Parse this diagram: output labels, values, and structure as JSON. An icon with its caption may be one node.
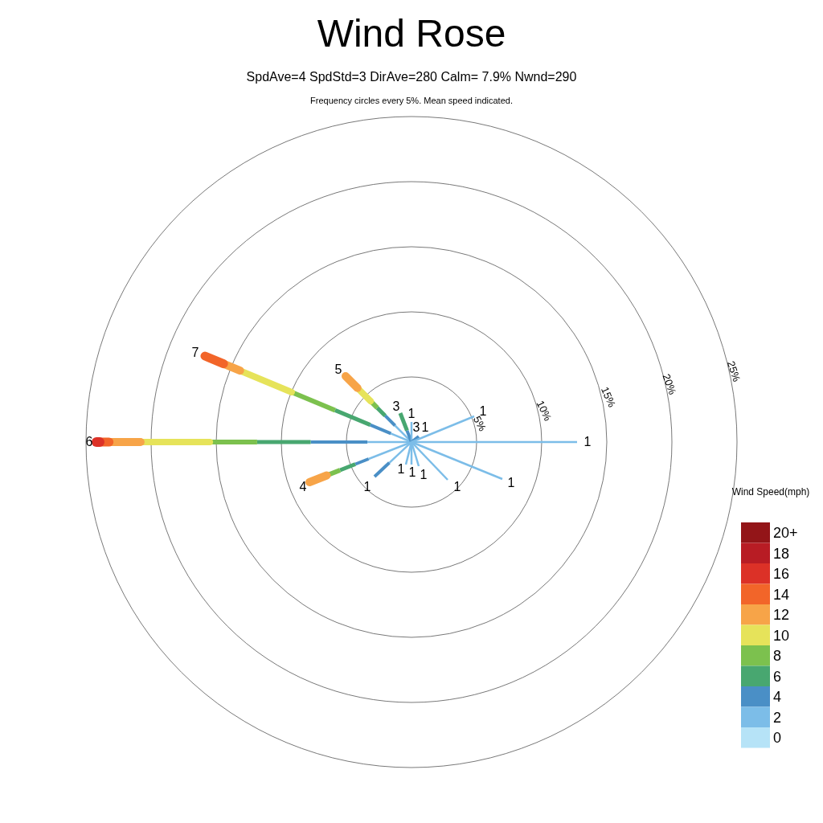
{
  "diagram": {
    "title": "Wind Rose",
    "labels": [
      "SpdAve=4  SpdStd=3  DirAve=280   Calm= 7.9%  Nwnd=290",
      "Frequency circles every 5%. Mean speed indicated.",
      "25%",
      "20%",
      "15%",
      "10%",
      "5%",
      "7",
      "5",
      "3",
      "1",
      "1",
      "3",
      "1",
      "6",
      "1",
      "4",
      "1",
      "1",
      "1",
      "1",
      "1",
      "1",
      "Wind Speed(mph)"
    ],
    "legend": [
      {
        "text": "20+",
        "color": "#931518"
      },
      {
        "text": "18",
        "color": "#b81c24"
      },
      {
        "text": "16",
        "color": "#dc3127"
      },
      {
        "text": "14",
        "color": "#f26529"
      },
      {
        "text": "12",
        "color": "#f7a448"
      },
      {
        "text": "10",
        "color": "#e6e35a"
      },
      {
        "text": "8",
        "color": "#7cc14e"
      },
      {
        "text": "6",
        "color": "#48a770"
      },
      {
        "text": "4",
        "color": "#4a8fc6"
      },
      {
        "text": "2",
        "color": "#7cbde8"
      },
      {
        "text": "0",
        "color": "#b6e3f7"
      }
    ]
  }
}
